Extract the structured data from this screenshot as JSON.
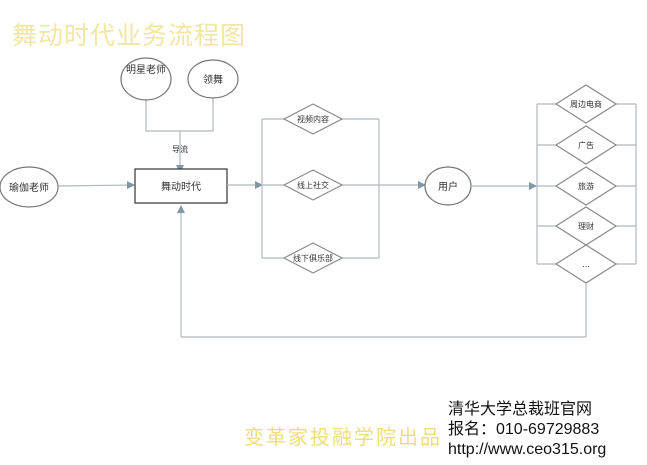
{
  "title": "舞动时代业务流程图",
  "colors": {
    "title": "#f2e6a6",
    "line": "#b0b8bc",
    "arrow": "#7e98a8",
    "shape_stroke": "#8a8a8a",
    "box_stroke": "#333333"
  },
  "nodes": {
    "star_teacher": "明星老师",
    "lead_dancer": "领舞",
    "guide_label": "导流",
    "yoga_teacher": "瑜伽老师",
    "dance_era": "舞动时代",
    "channels": [
      "视频内容",
      "线上社交",
      "线下俱乐部"
    ],
    "user": "用户",
    "monetization": [
      "周边电商",
      "广告",
      "旅游",
      "理财",
      "..."
    ]
  },
  "watermark": "变革家投融学院出品",
  "info": {
    "line1": "清华大学总裁班官网",
    "line2": "报名：010-69729883",
    "line3": "http://www.ceo315.org"
  }
}
